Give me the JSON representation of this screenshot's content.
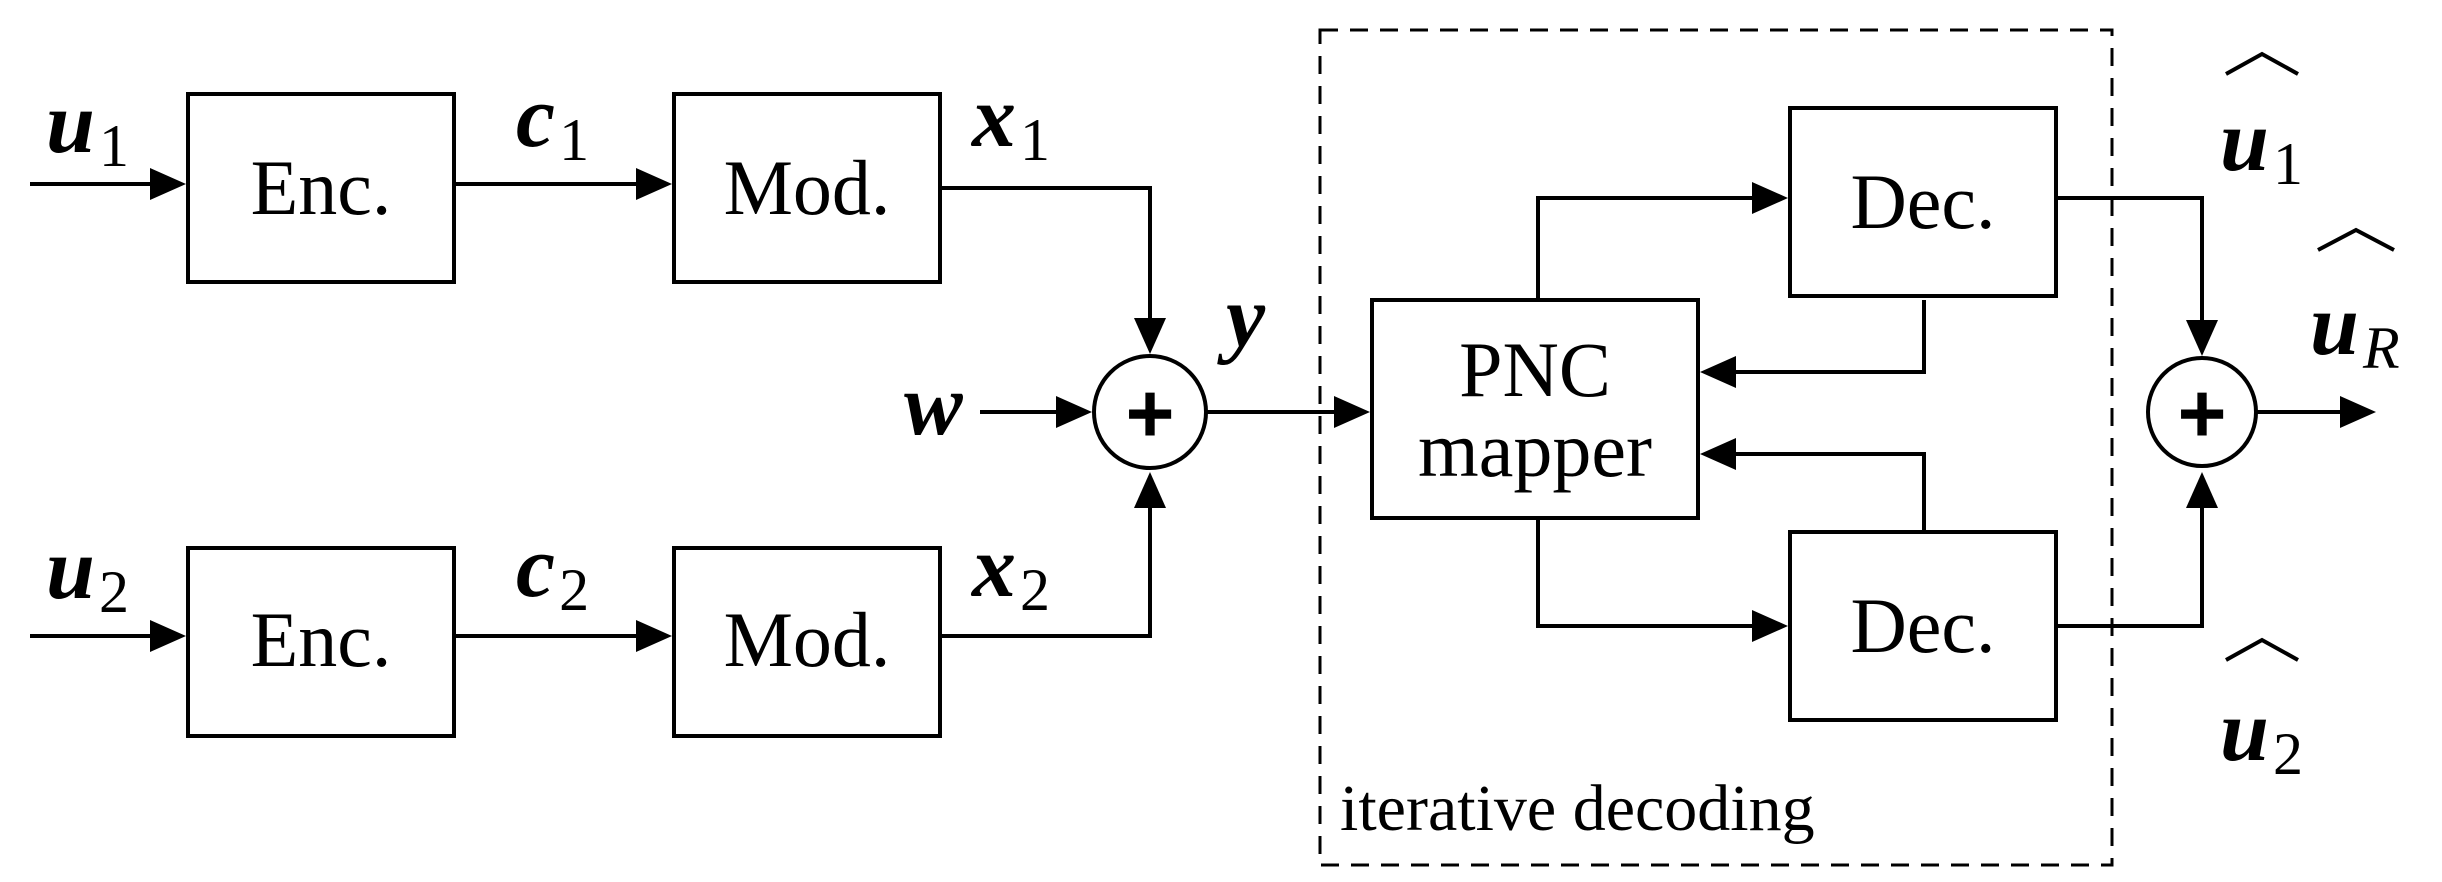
{
  "blocks": {
    "enc1": "Enc.",
    "mod1": "Mod.",
    "enc2": "Enc.",
    "mod2": "Mod.",
    "pnc_line1": "PNC",
    "pnc_line2": "mapper",
    "dec1": "Dec.",
    "dec2": "Dec."
  },
  "symbols": {
    "sum1": "+",
    "sum2": "+"
  },
  "signals": {
    "u1": {
      "base": "u",
      "sub": "1"
    },
    "c1": {
      "base": "c",
      "sub": "1"
    },
    "x1": {
      "base": "x",
      "sub": "1"
    },
    "u2": {
      "base": "u",
      "sub": "2"
    },
    "c2": {
      "base": "c",
      "sub": "2"
    },
    "x2": {
      "base": "x",
      "sub": "2"
    },
    "w": {
      "base": "w"
    },
    "y": {
      "base": "y"
    },
    "u1_hat": {
      "base": "u",
      "sub": "1"
    },
    "u2_hat": {
      "base": "u",
      "sub": "2"
    },
    "uR_hat": {
      "base": "u",
      "sub": "R"
    }
  },
  "region_label": "iterative decoding"
}
